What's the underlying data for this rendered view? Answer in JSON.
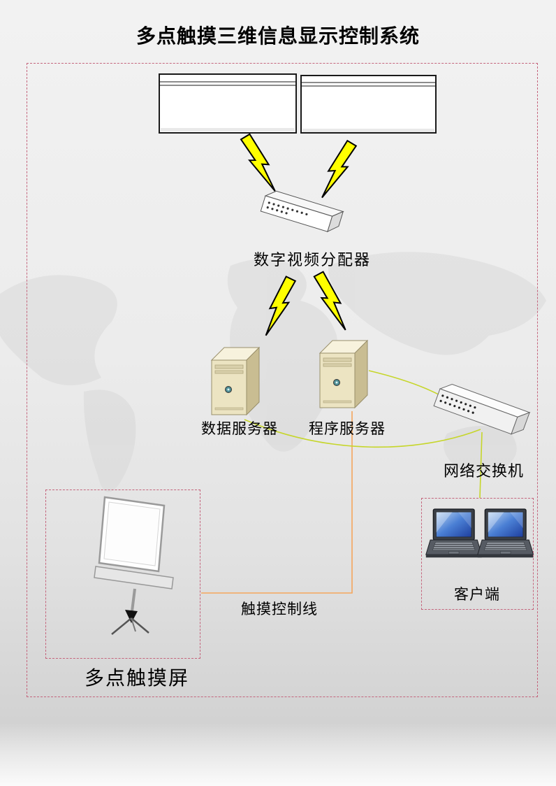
{
  "title": "多点触摸三维信息显示控制系统",
  "labels": {
    "distributor": "数字视频分配器",
    "data_server": "数据服务器",
    "app_server": "程序服务器",
    "network_switch": "网络交换机",
    "touch_control_line": "触摸控制线",
    "touch_screen": "多点触摸屏",
    "client": "客户端"
  },
  "colors": {
    "dashed_border": "#c4647c",
    "bolt_fill": "#ffff00",
    "orange_line": "#f5a55c",
    "green_line": "#c6d62a",
    "server_front": "#ece4c2",
    "server_side": "#c9bd92",
    "server_top": "#f7f2dd"
  },
  "icons": {
    "monitor": "display-panel-icon",
    "lightning": "lightning-bolt-icon",
    "server": "tower-server-icon",
    "switch": "rack-switch-icon",
    "projection_screen": "projection-screen-icon",
    "laptop": "laptop-icon",
    "world_map": "world-map-watermark"
  }
}
